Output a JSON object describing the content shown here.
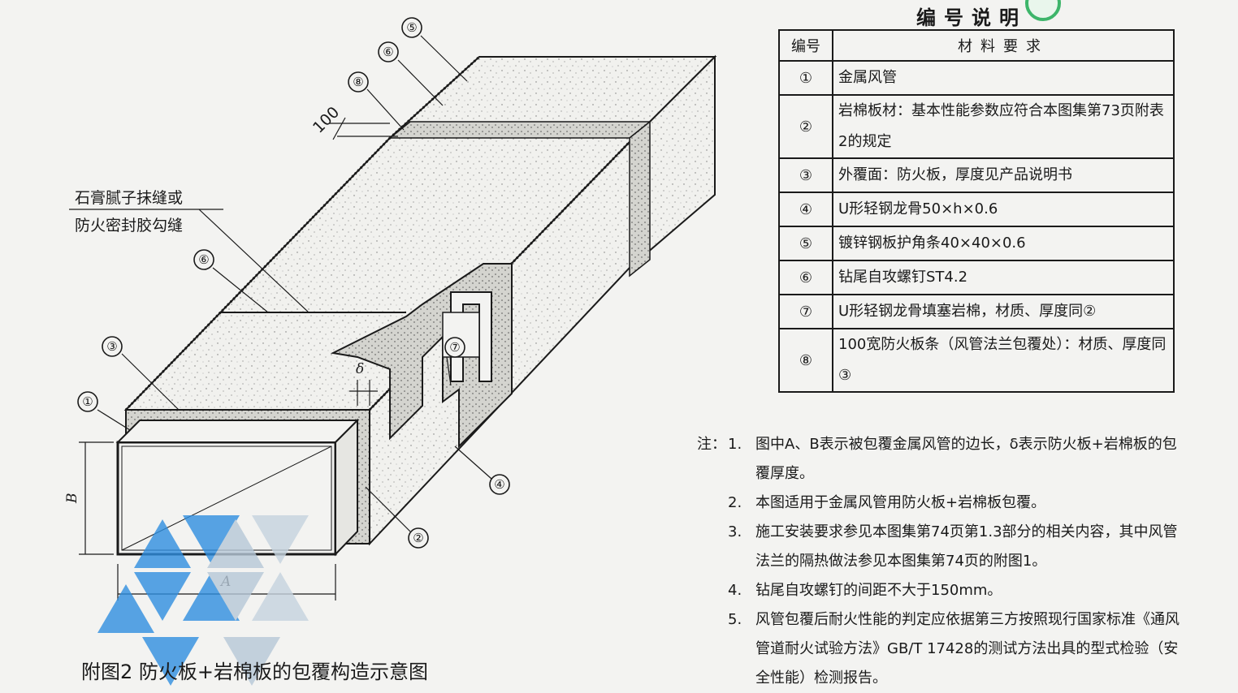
{
  "diagram": {
    "callouts": {
      "c5": "⑤",
      "c6": "⑥",
      "c8": "⑧",
      "c6b": "⑥",
      "c3": "③",
      "c1": "①",
      "c7": "⑦",
      "c4": "④",
      "c2": "②"
    },
    "dim_100": "100",
    "dim_delta": "δ",
    "dim_B": "B",
    "dim_A": "A",
    "seam_note_line1": "石膏腻子抹缝或",
    "seam_note_line2": "防火密封胶勾缝"
  },
  "legend": {
    "title": "编号说明",
    "header_no": "编号",
    "header_material": "材料要求",
    "rows": [
      {
        "no": "①",
        "text": "金属风管"
      },
      {
        "no": "②",
        "text": "岩棉板材：基本性能参数应符合本图集第73页附表2的规定"
      },
      {
        "no": "③",
        "text": "外覆面：防火板，厚度见产品说明书"
      },
      {
        "no": "④",
        "text": "U形轻钢龙骨50×h×0.6"
      },
      {
        "no": "⑤",
        "text": "镀锌钢板护角条40×40×0.6"
      },
      {
        "no": "⑥",
        "text": "钻尾自攻螺钉ST4.2"
      },
      {
        "no": "⑦",
        "text": "U形轻钢龙骨填塞岩棉，材质、厚度同②"
      },
      {
        "no": "⑧",
        "text": "100宽防火板条（风管法兰包覆处）：材质、厚度同③"
      }
    ]
  },
  "notes": {
    "prefix": "注：",
    "items": [
      {
        "num": "1.",
        "text": "图中A、B表示被包覆金属风管的边长，δ表示防火板+岩棉板的包覆厚度。"
      },
      {
        "num": "2.",
        "text": "本图适用于金属风管用防火板+岩棉板包覆。"
      },
      {
        "num": "3.",
        "text": "施工安装要求参见本图集第74页第1.3部分的相关内容，其中风管法兰的隔热做法参见本图集第74页的附图1。"
      },
      {
        "num": "4.",
        "text": "钻尾自攻螺钉的间距不大于150mm。"
      },
      {
        "num": "5.",
        "text": "风管包覆后耐火性能的判定应依据第三方按照现行国家标准《通风管道耐火试验方法》GB/T 17428的测试方法出具的型式检验（安全性能）检测报告。"
      }
    ]
  },
  "caption": "附图2 防火板+岩棉板的包覆构造示意图",
  "colors": {
    "ink": "#1a1a1a",
    "paper": "#f3f3f1",
    "watermark_blue": "#2f8fe0"
  }
}
